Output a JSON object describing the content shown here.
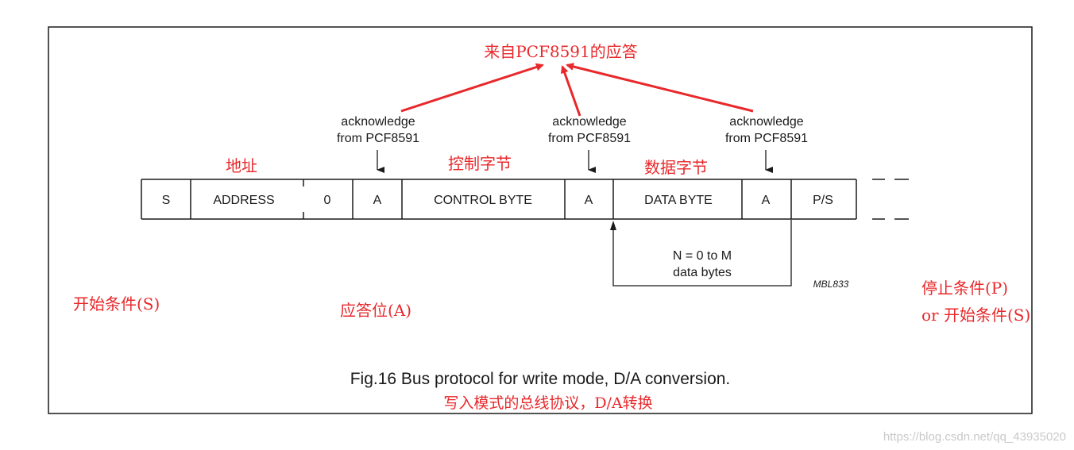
{
  "colors": {
    "annotation": "#e8282b",
    "line": "#1a1a1a",
    "watermark": "#c9c9c9"
  },
  "annotations": {
    "top": "来自PCF8591的应答",
    "address": "地址",
    "control_byte": "控制字节",
    "data_byte": "数据字节",
    "start_condition": "开始条件(S)",
    "ack_bit": "应答位(A)",
    "stop_line1": "停止条件(P)",
    "stop_line2": "or 开始条件(S)",
    "caption_cn": "写入模式的总线协议，D/A转换"
  },
  "ack_labels": [
    {
      "line1": "acknowledge",
      "line2": "from PCF8591"
    },
    {
      "line1": "acknowledge",
      "line2": "from PCF8591"
    },
    {
      "line1": "acknowledge",
      "line2": "from PCF8591"
    }
  ],
  "cells": [
    "S",
    "ADDRESS",
    "0",
    "A",
    "CONTROL BYTE",
    "A",
    "DATA BYTE",
    "A",
    "P/S"
  ],
  "loop": {
    "line1": "N = 0 to M",
    "line2": "data bytes"
  },
  "code": "MBL833",
  "caption": "Fig.16  Bus protocol for write mode, D/A conversion.",
  "watermark": "https://blog.csdn.net/qq_43935020"
}
